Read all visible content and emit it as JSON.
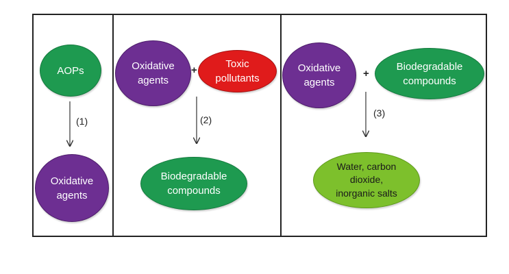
{
  "panel1": {
    "aops": "AOPs",
    "step": "(1)",
    "oxidative": "Oxidative\nagents"
  },
  "panel2": {
    "oxidative": "Oxidative\nagents",
    "plus": "+",
    "toxic": "Toxic\npollutants",
    "step": "(2)",
    "biodegradable": "Biodegradable\ncompounds"
  },
  "panel3": {
    "oxidative": "Oxidative\nagents",
    "plus": "+",
    "biodegradable": "Biodegradable\ncompounds",
    "step": "(3)",
    "products": "Water, carbon\ndioxide,\ninorganic salts"
  },
  "colors": {
    "oxidative_agents": "#6d2f92",
    "aops": "#1e9a50",
    "toxic_pollutants": "#e01b1b",
    "biodegradable_compounds": "#1e9a50",
    "final_products": "#7dc02c"
  }
}
